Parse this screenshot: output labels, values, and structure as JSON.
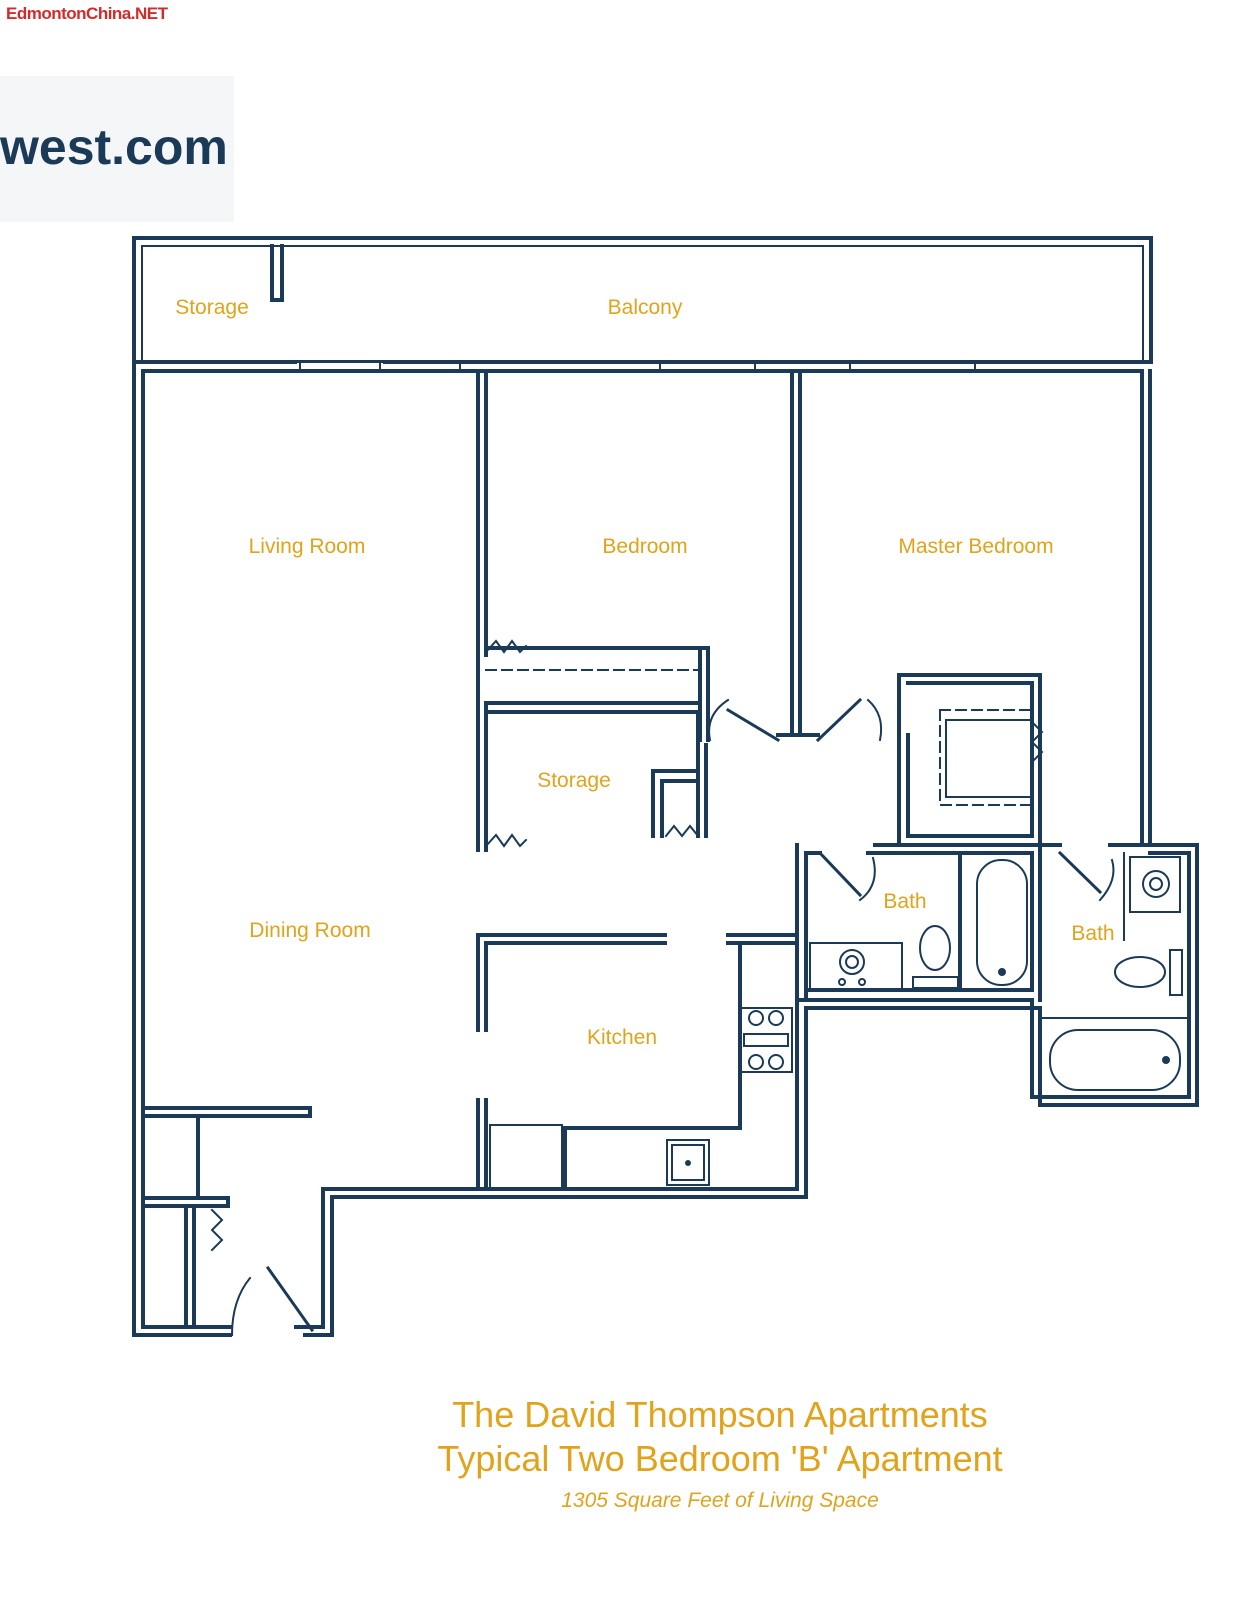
{
  "watermark": "EdmontonChina.NET",
  "logo": {
    "text": "west.com"
  },
  "rooms": {
    "storage_top": "Storage",
    "balcony": "Balcony",
    "living_room": "Living Room",
    "bedroom": "Bedroom",
    "master_bedroom": "Master Bedroom",
    "storage_mid": "Storage",
    "dining_room": "Dining Room",
    "bath_1": "Bath",
    "bath_2": "Bath",
    "kitchen": "Kitchen"
  },
  "title": {
    "building": "The David Thompson Apartments",
    "unit": "Typical Two Bedroom 'B' Apartment",
    "area": "1305 Square Feet of Living Space"
  },
  "colors": {
    "wall": "#1b3a57",
    "label": "#e0a31b",
    "watermark": "#d42a2a"
  }
}
